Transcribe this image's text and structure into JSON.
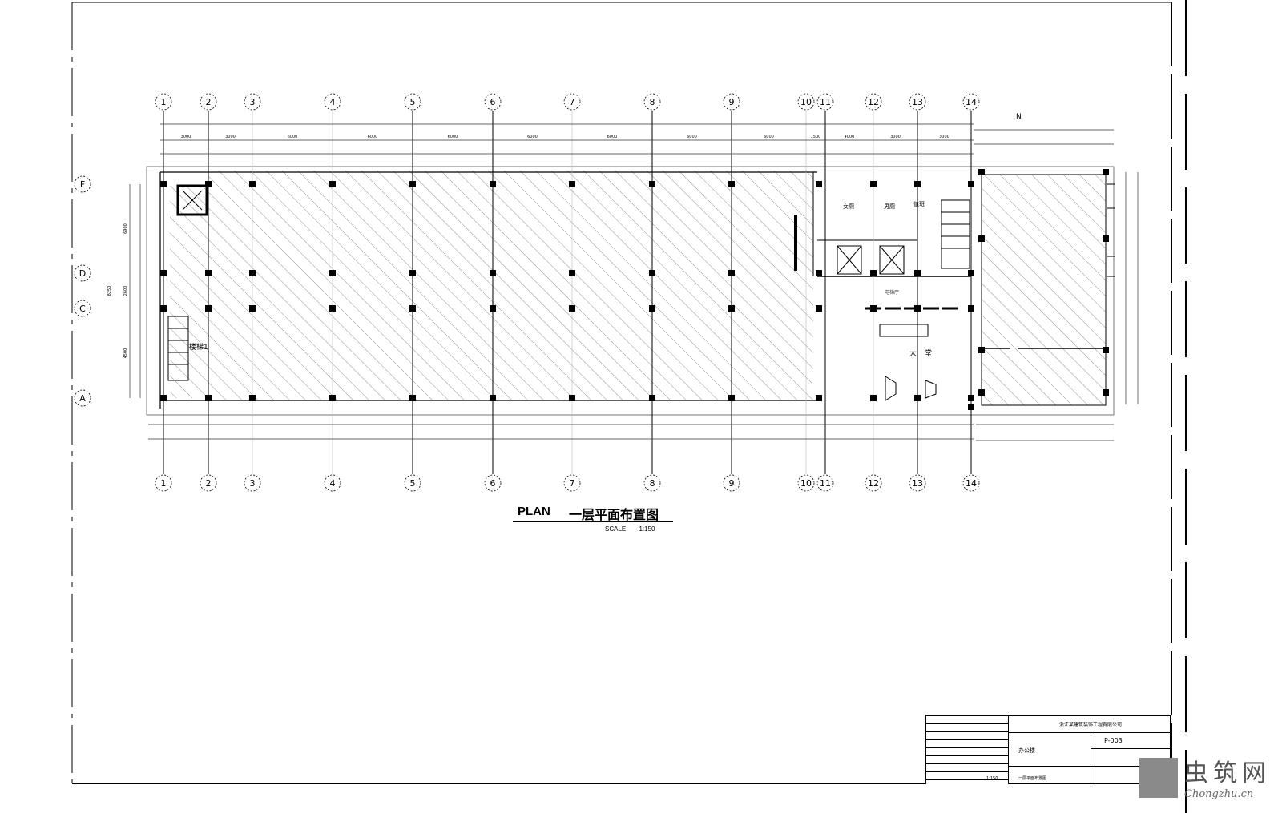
{
  "drawing": {
    "title_en": "PLAN",
    "title_cn": "一层平面布置图",
    "scale_label": "SCALE",
    "scale_value": "1:150",
    "north_mark": "N"
  },
  "grid": {
    "columns": [
      "1",
      "2",
      "3",
      "4",
      "5",
      "6",
      "7",
      "8",
      "9",
      "10",
      "11",
      "12",
      "13",
      "14"
    ],
    "rows": [
      "F",
      "D",
      "C",
      "A"
    ]
  },
  "rooms": {
    "stair_1": "楼梯1",
    "lobby": "大堂",
    "elevator_hall": "电梯厅",
    "room_a": "女厕",
    "room_b": "男厕",
    "room_c": "值班"
  },
  "dimensions": {
    "top_spans": [
      "3000",
      "3000",
      "6000",
      "6000",
      "6000",
      "6000",
      "6000",
      "6000",
      "6000",
      "1500",
      "4000",
      "3000",
      "3000"
    ],
    "left_spans": [
      "6900",
      "2600",
      "4500"
    ],
    "left_total": "8250"
  },
  "title_block": {
    "company": "浙江某建筑装饰工程有限公司",
    "project": "办公楼",
    "drawing_no": "P-003",
    "sheet_name": "一层平面布置图",
    "scale": "1:150"
  },
  "watermark": {
    "cn": "虫筑网",
    "en": "Chongzhu.cn"
  }
}
